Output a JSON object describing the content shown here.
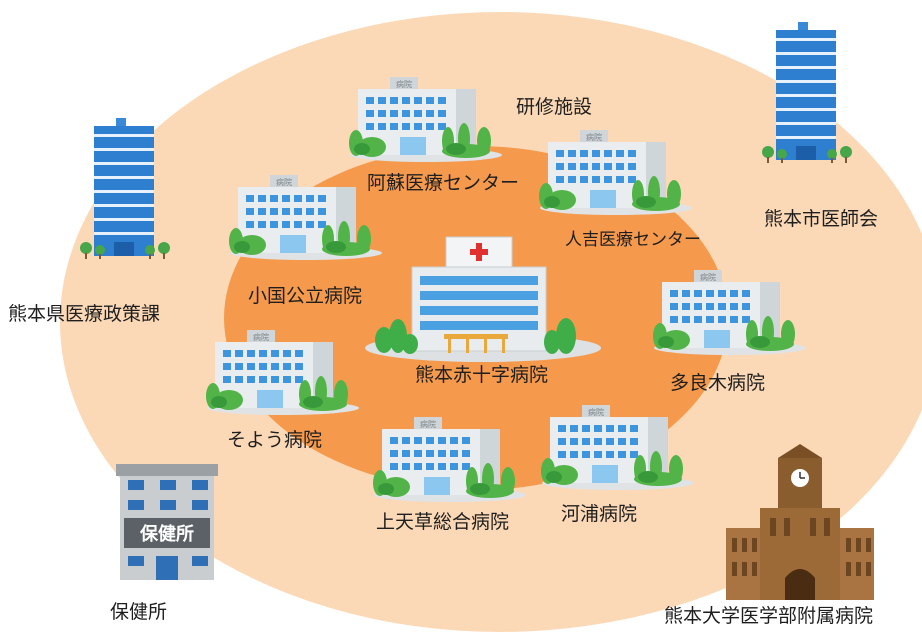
{
  "center_hospital": "熊本赤十字病院",
  "training_facility_label": "研修施設",
  "training_facilities": [
    {
      "label": "阿蘇医療センター"
    },
    {
      "label": "人吉医療センター"
    },
    {
      "label": "小国公立病院"
    },
    {
      "label": "多良木病院"
    },
    {
      "label": "そよう病院"
    },
    {
      "label": "上天草総合病院"
    },
    {
      "label": "河浦病院"
    }
  ],
  "partners": [
    {
      "label": "熊本県医療政策課"
    },
    {
      "label": "熊本市医師会"
    },
    {
      "label": "保健所"
    },
    {
      "label": "熊本大学医学部附属病院"
    }
  ],
  "hospital_sign": "病院",
  "health_center_sign": "保健所",
  "colors": {
    "outer_ellipse": "#fcd9b6",
    "inner_ellipse": "#f59a4c",
    "office_blue": "#2e7fd0",
    "cross_red": "#e03030"
  },
  "icons": {
    "hospital": "hospital-building-icon",
    "office": "office-building-icon",
    "university": "university-clock-tower-icon",
    "health_center": "health-center-building-icon"
  }
}
